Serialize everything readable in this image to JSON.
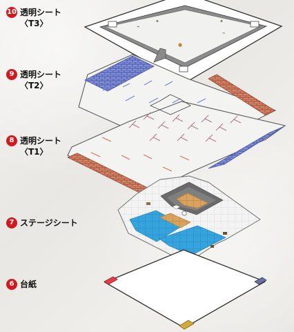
{
  "layers": [
    {
      "number": "10",
      "title": "透明シート",
      "subtitle": "〈T3〉"
    },
    {
      "number": "9",
      "title": "透明シート",
      "subtitle": "〈T2〉"
    },
    {
      "number": "8",
      "title": "透明シート",
      "subtitle": "〈T1〉"
    },
    {
      "number": "7",
      "title": "ステージシート",
      "subtitle": ""
    },
    {
      "number": "6",
      "title": "台紙",
      "subtitle": ""
    }
  ],
  "colors": {
    "badge": "#d11a1f",
    "wall_gray": "#5d5d5d",
    "brick_red": "#c86b4a",
    "brick_blue": "#6878c9",
    "water_blue": "#39a6df",
    "sand": "#d8a35e",
    "stage_white": "#f8f8f7"
  }
}
